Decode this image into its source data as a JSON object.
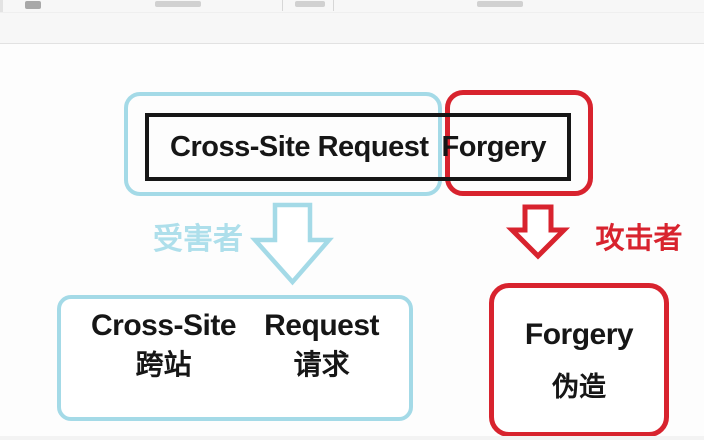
{
  "colors": {
    "cyan_border": "#a4dae7",
    "cyan_text": "#aedfeb",
    "red": "#d8232e",
    "ink": "#161616"
  },
  "title": {
    "left": "Cross-Site Request",
    "right": "Forgery"
  },
  "labels": {
    "victim": "受害者",
    "attacker": "攻击者"
  },
  "left_box": {
    "en_word_1": "Cross-Site",
    "en_word_2": "Request",
    "zh_word_1": "跨站",
    "zh_word_2": "请求"
  },
  "right_box": {
    "en_word": "Forgery",
    "zh_word": "伪造"
  }
}
